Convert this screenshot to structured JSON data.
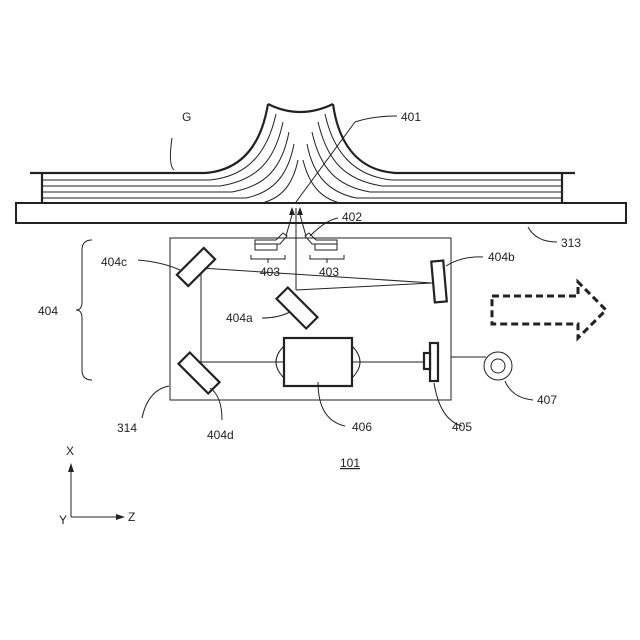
{
  "figure_number": "101",
  "colors": {
    "ink": "#222222",
    "background": "#ffffff"
  },
  "labels": {
    "G": "G",
    "r401": "401",
    "r402": "402",
    "r403_left": "403",
    "r403_right": "403",
    "r313": "313",
    "r404": "404",
    "r404a": "404a",
    "r404b": "404b",
    "r404c": "404c",
    "r404d": "404d",
    "r405": "405",
    "r406": "406",
    "r407": "407",
    "r314": "314"
  },
  "axes": {
    "x": "X",
    "y": "Y",
    "z": "Z"
  }
}
